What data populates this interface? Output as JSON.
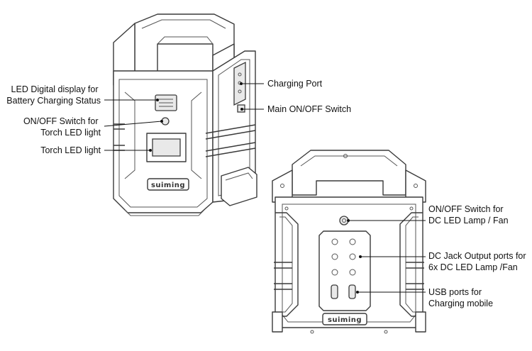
{
  "brand": "suiming",
  "left_view": {
    "callouts": {
      "led_display": [
        "LED Digital display for",
        "Battery Charging Status"
      ],
      "torch_switch": [
        "ON/OFF Switch for",
        "Torch LED light"
      ],
      "torch_light": [
        "Torch LED light"
      ],
      "charging_port": [
        "Charging Port"
      ],
      "main_switch": [
        "Main ON/OFF Switch"
      ]
    }
  },
  "right_view": {
    "callouts": {
      "dc_switch": [
        "ON/OFF Switch for",
        "DC LED Lamp / Fan"
      ],
      "dc_ports": [
        "DC Jack Output ports for",
        "6x DC LED Lamp /Fan"
      ],
      "usb_ports": [
        "USB ports for",
        "Charging mobile"
      ]
    }
  }
}
